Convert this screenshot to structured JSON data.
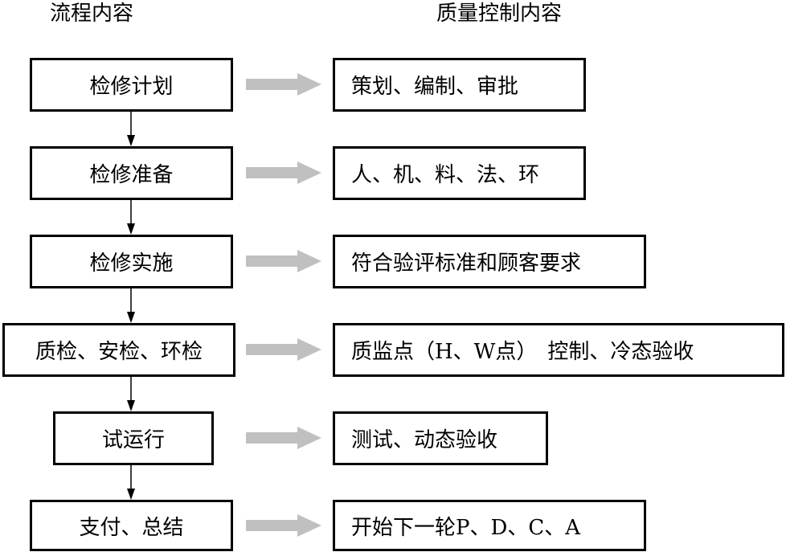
{
  "headers": {
    "process": "流程内容",
    "quality": "质量控制内容"
  },
  "steps": [
    {
      "process": "检修计划",
      "quality": "策划、编制、审批"
    },
    {
      "process": "检修准备",
      "quality": "人、机、料、法、环"
    },
    {
      "process": "检修实施",
      "quality": "符合验评标准和顾客要求"
    },
    {
      "process": "质检、安检、环检",
      "quality": "质监点（H、W点）　控制、冷态验收"
    },
    {
      "process": "试运行",
      "quality": "测试、动态验收"
    },
    {
      "process": "支付、总结",
      "quality": "开始下一轮P、D、C、A"
    }
  ],
  "colors": {
    "gray_arrow": "#c0c0c0",
    "black_arrow": "#000000"
  }
}
